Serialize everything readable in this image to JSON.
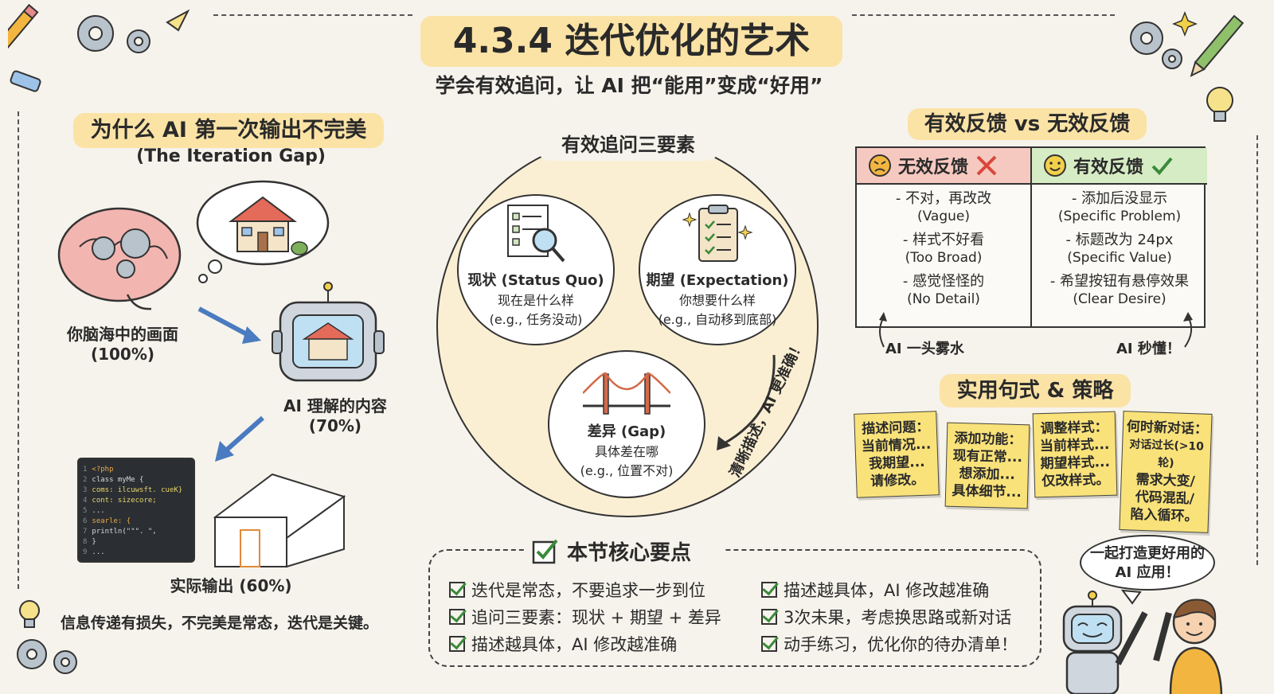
{
  "title": "4.3.4 迭代优化的艺术",
  "subtitle": "学会有效追问，让 AI 把“能用”变成“好用”",
  "why": {
    "title": "为什么 AI 第一次输出不完美",
    "subtitle": "(The Iteration Gap)",
    "brain_caption_1": "你脑海中的画面",
    "brain_caption_2": "(100%)",
    "ai_caption_1": "AI 理解的内容",
    "ai_caption_2": "(70%)",
    "output_caption": "实际输出 (60%)",
    "footer": "信息传递有损失，不完美是常态，迭代是关键。",
    "code_lines": [
      "<?php",
      "class myMe {",
      "  coms: ilcuwsft. cueK}",
      "  cont: sizecore;",
      "  ...",
      "  searle: {",
      "    println(\"\"\". \",",
      "  }",
      "..."
    ],
    "code_line_numbers": [
      "1",
      "2",
      "3",
      "4",
      "5",
      "6",
      "7",
      "8",
      "9"
    ]
  },
  "elements": {
    "title": "有效追问三要素",
    "status": {
      "label": "现状 (Status Quo)",
      "desc": "现在是什么样",
      "example": "(e.g., 任务没动)"
    },
    "expect": {
      "label": "期望 (Expectation)",
      "desc": "你想要什么样",
      "example": "(e.g., 自动移到底部)"
    },
    "gap": {
      "label": "差异 (Gap)",
      "desc": "具体差在哪",
      "example": "(e.g., 位置不对)"
    },
    "arrow_text": "清晰描述，AI 更准确！"
  },
  "feedback": {
    "title": "有效反馈 vs 无效反馈",
    "bad_head": "无效反馈",
    "good_head": "有效反馈",
    "bad_items": [
      {
        "zh": "- 不对，再改改",
        "en": "(Vague)"
      },
      {
        "zh": "- 样式不好看",
        "en": "(Too Broad)"
      },
      {
        "zh": "- 感觉怪怪的",
        "en": "(No Detail)"
      }
    ],
    "good_items": [
      {
        "zh": "- 添加后没显示",
        "en": "(Specific Problem)"
      },
      {
        "zh": "- 标题改为 24px",
        "en": "(Specific Value)"
      },
      {
        "zh": "- 希望按钮有悬停效果",
        "en": "(Clear Desire)"
      }
    ],
    "bad_note": "AI 一头雾水",
    "good_note": "AI 秒懂！",
    "bad_color": "#f6c9c0",
    "good_color": "#d6ecc4"
  },
  "tips": {
    "title": "实用句式 & 策略",
    "notes": [
      [
        "描述问题：",
        "当前情况...",
        "我期望...",
        "请修改。"
      ],
      [
        "添加功能：",
        "现有正常...",
        "想添加...",
        "具体细节..."
      ],
      [
        "调整样式：",
        "当前样式...",
        "期望样式...",
        "仅改样式。"
      ],
      [
        "何时新对话：",
        "对话过长(>10轮)",
        "需求大变/",
        "代码混乱/",
        "陷入循环。"
      ]
    ]
  },
  "key_points": {
    "title": "本节核心要点",
    "left": [
      "迭代是常态，不要追求一步到位",
      "追问三要素：现状 + 期望 + 差异",
      "描述越具体，AI 修改越准确"
    ],
    "right": [
      "描述越具体，AI 修改越准确",
      "3次未果，考虑换思路或新对话",
      "动手练习，优化你的待办清单！"
    ]
  },
  "speech": "一起打造更好用的 AI 应用！"
}
